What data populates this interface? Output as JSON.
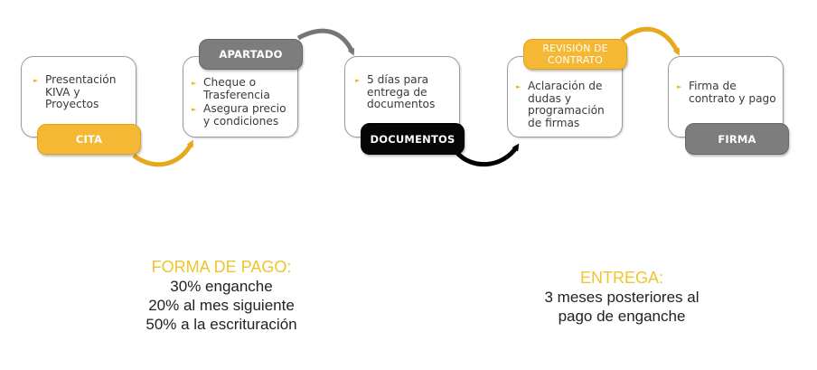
{
  "steps": [
    {
      "label": "CITA",
      "bullets": [
        "Presentación KIVA y Proyectos"
      ]
    },
    {
      "label": "APARTADO",
      "bullets": [
        "Cheque o Trasferencia",
        "Asegura precio y condiciones"
      ]
    },
    {
      "label": "DOCUMENTOS",
      "bullets": [
        "5 días para entrega de documentos"
      ]
    },
    {
      "label": "REVISIÓN DE CONTRATO",
      "label_line1": "REVISIÓN DE",
      "label_line2": "CONTRATO",
      "bullets": [
        "Aclaración de dudas y programación de firmas"
      ]
    },
    {
      "label": "FIRMA",
      "bullets": [
        "Firma de contrato y pago"
      ]
    }
  ],
  "payment": {
    "heading": "FORMA DE PAGO:",
    "lines": [
      "30% enganche",
      "20% al mes siguiente",
      "50% a la escrituración"
    ]
  },
  "delivery": {
    "heading": "ENTREGA:",
    "lines": [
      "3 meses posteriores al",
      "pago de enganche"
    ]
  },
  "colors": {
    "accent_yellow": "#f5b835",
    "label_gray": "#7d7d7d",
    "label_black": "#060606",
    "heading_yellow": "#f0c42c"
  }
}
